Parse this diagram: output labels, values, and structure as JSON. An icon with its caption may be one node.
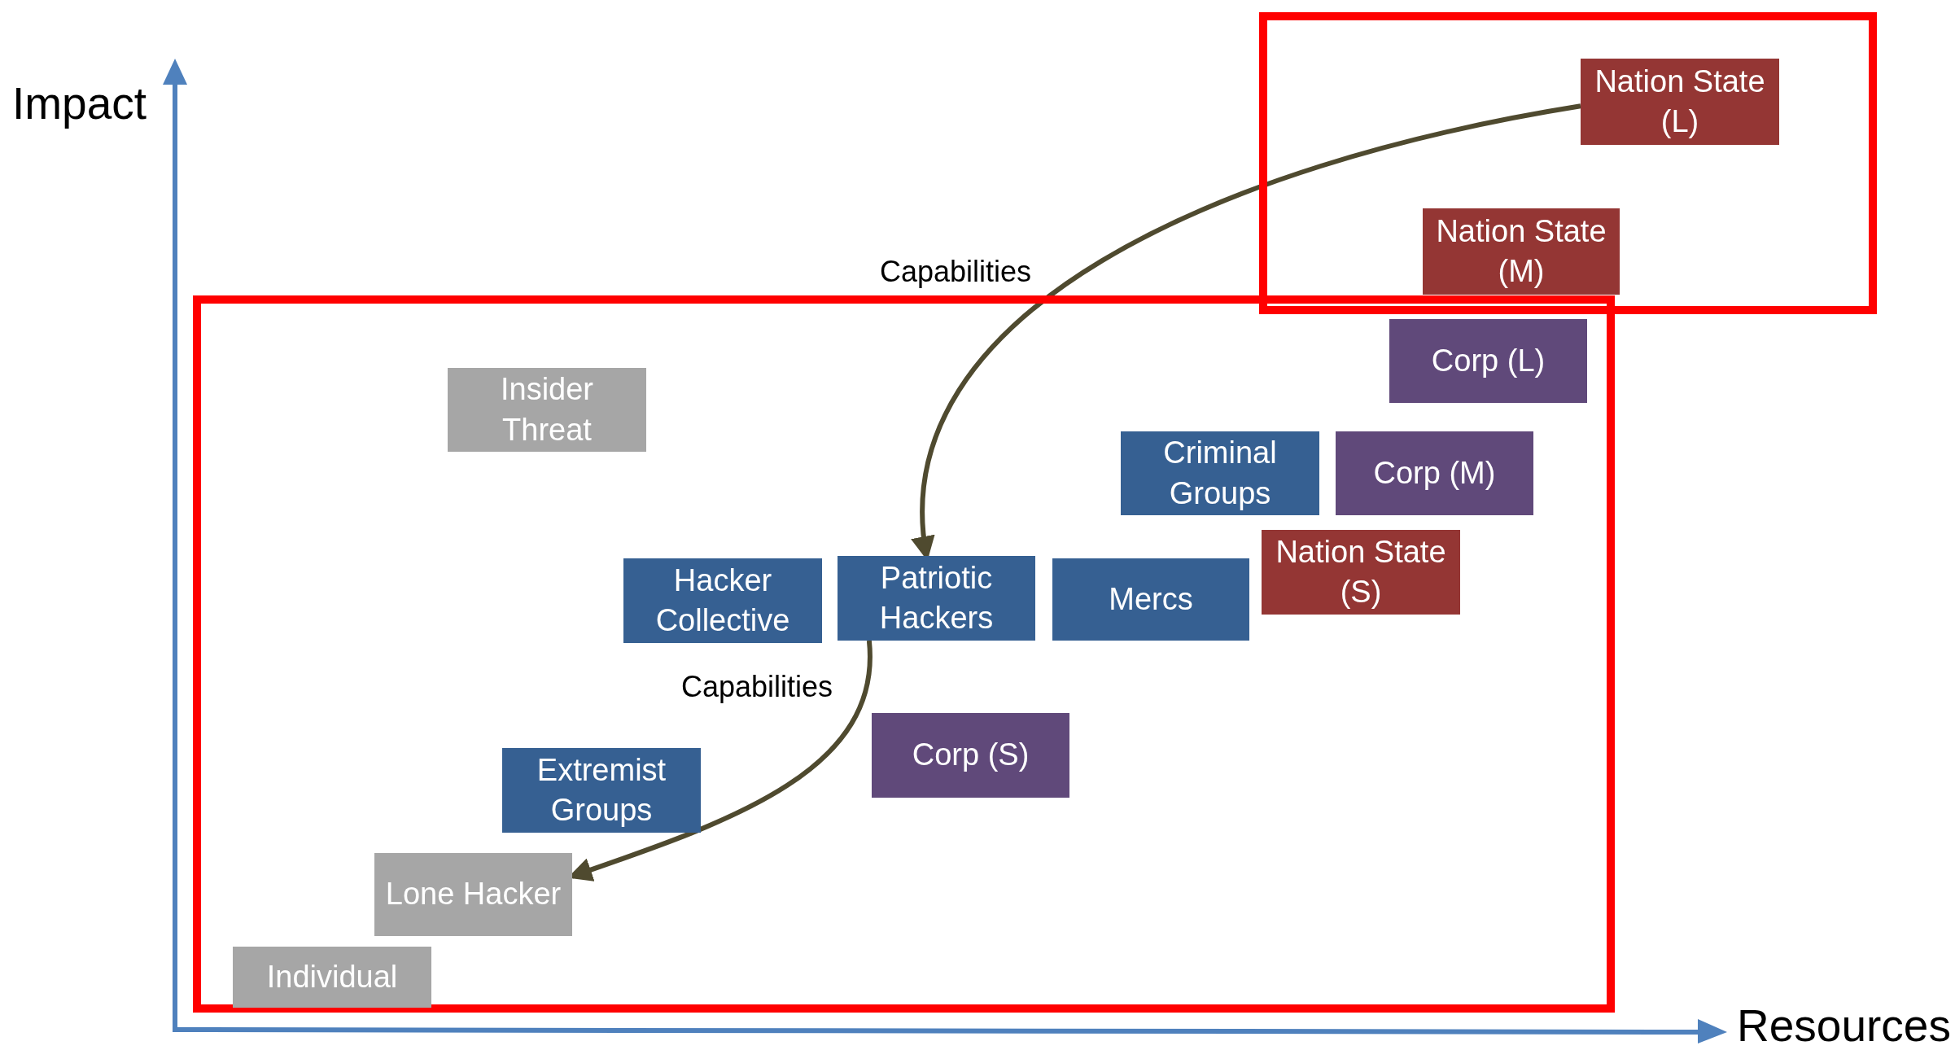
{
  "diagram": {
    "nodes": [
      {
        "text": [],
        "shape": "box"
      },
      {
        "text": [
          "Nation State (L)"
        ],
        "in": 0
      },
      {
        "text": [
          "Nation State (M)"
        ],
        "in": 0
      },
      {
        "text": [],
        "shape": "box"
      },
      {
        "text": [
          "Corp (L)"
        ],
        "in": 3
      },
      {
        "text": [
          "Insider Threat"
        ],
        "in": 3
      },
      {
        "text": [
          "Criminal Groups"
        ],
        "in": 3
      },
      {
        "text": [
          "Corp (M)"
        ],
        "in": 3
      },
      {
        "text": [
          "Nation State (S)"
        ],
        "in": 3
      },
      {
        "text": [
          "Hacker Collective"
        ],
        "in": 3
      },
      {
        "text": [
          "Patriotic Hackers"
        ],
        "in": 3
      },
      {
        "text": [
          "Mercs"
        ],
        "in": 3
      },
      {
        "text": [
          "Corp (S)"
        ],
        "in": 3
      },
      {
        "text": [
          "Extremist Groups"
        ],
        "in": 3
      },
      {
        "text": [
          "Lone Hacker"
        ],
        "in": 3
      },
      {
        "text": [
          "Individual"
        ],
        "in": 3
      }
    ],
    "edges": [
      {
        "from": 1,
        "to": 10,
        "label": "Capabilities",
        "arrow": "to"
      },
      {
        "from": 10,
        "to": 14,
        "label": "Capabilities",
        "arrow": "to"
      }
    ],
    "labels": [
      "Impact",
      "Resources"
    ]
  }
}
